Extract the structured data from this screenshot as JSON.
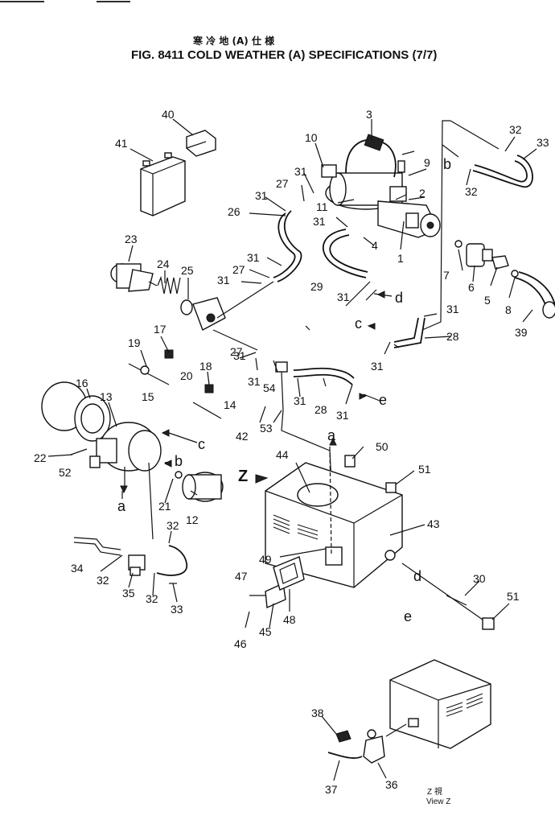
{
  "title": {
    "jp": "寒 冷 地 (A) 仕 様",
    "en": "FIG. 8411 COLD WEATHER (A) SPECIFICATIONS (7/7)"
  },
  "view_caption": {
    "jp": "Z 視",
    "en": "View Z"
  },
  "view_label": "Z",
  "callouts": {
    "c1": "1",
    "c2": "2",
    "c3": "3",
    "c4": "4",
    "c5": "5",
    "c6": "6",
    "c7": "7",
    "c8": "8",
    "c9": "9",
    "c10": "10",
    "c11": "11",
    "c12": "12",
    "c13": "13",
    "c14": "14",
    "c15": "15",
    "c16": "16",
    "c17": "17",
    "c18": "18",
    "c19": "19",
    "c20": "20",
    "c21": "21",
    "c22": "22",
    "c23": "23",
    "c24": "24",
    "c25": "25",
    "c26": "26",
    "c27": "27",
    "c28": "28",
    "c29": "29",
    "c30": "30",
    "c31": "31",
    "c32": "32",
    "c33": "33",
    "c34": "34",
    "c35": "35",
    "c36": "36",
    "c37": "37",
    "c38": "38",
    "c39": "39",
    "c40": "40",
    "c41": "41",
    "c42": "42",
    "c43": "43",
    "c44": "44",
    "c45": "45",
    "c46": "46",
    "c47": "47",
    "c48": "48",
    "c49": "49",
    "c50": "50",
    "c51": "51",
    "c52": "52",
    "c53": "53",
    "c54": "54"
  },
  "letters": {
    "a": "a",
    "b": "b",
    "c": "c",
    "d": "d",
    "e": "e"
  }
}
